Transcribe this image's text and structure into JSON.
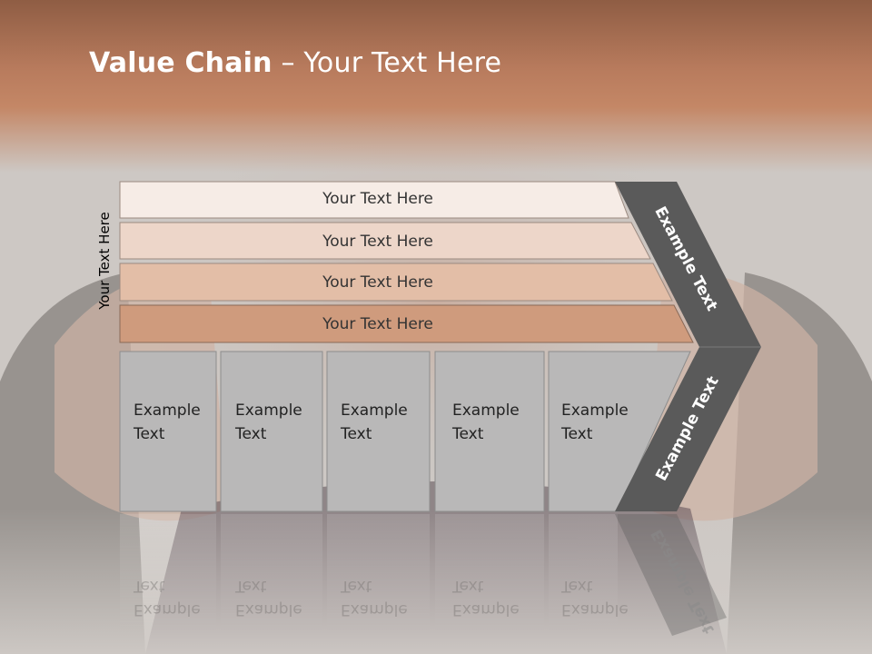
{
  "slide": {
    "title_bold": "Value Chain",
    "title_rest": " – Your Text Here",
    "side_label": "Your Text Here"
  },
  "bars": [
    {
      "label": "Your Text Here",
      "color": "#f6ece6"
    },
    {
      "label": "Your Text Here",
      "color": "#edd6c9"
    },
    {
      "label": "Your Text Here",
      "color": "#e3bea7"
    },
    {
      "label": "Your Text Here",
      "color": "#cf9b7d"
    }
  ],
  "activities": [
    {
      "line1": "Example",
      "line2": "Text"
    },
    {
      "line1": "Example",
      "line2": "Text"
    },
    {
      "line1": "Example",
      "line2": "Text"
    },
    {
      "line1": "Example",
      "line2": "Text"
    },
    {
      "line1": "Example",
      "line2": "Text"
    }
  ],
  "chevron": {
    "upper_text": "Example Text",
    "lower_text": "Example Text",
    "color": "#5a5a5a"
  },
  "colors": {
    "header": "#b87b5d",
    "box_fill": "#b9b8b8",
    "box_stroke": "#8d8d8d"
  }
}
